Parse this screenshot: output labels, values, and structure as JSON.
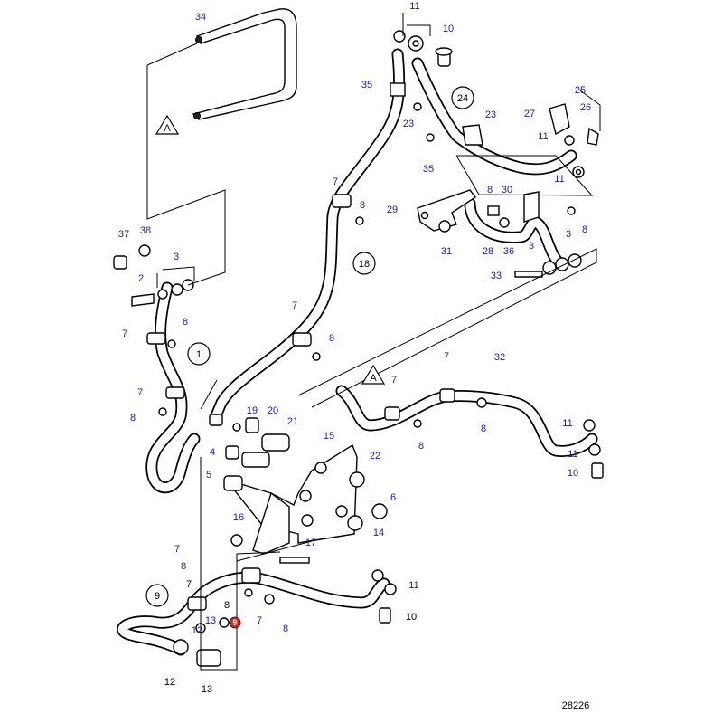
{
  "figure_number": "28226",
  "warning_symbol_text": "A",
  "highlighted_label": "9",
  "circled_labels": [
    {
      "id": "c24",
      "text": "24"
    },
    {
      "id": "c18",
      "text": "18"
    },
    {
      "id": "c1",
      "text": "1"
    },
    {
      "id": "c9",
      "text": "9"
    }
  ],
  "labels": [
    {
      "id": "l34",
      "text": "34"
    },
    {
      "id": "l11a",
      "text": "11"
    },
    {
      "id": "l10a",
      "text": "10"
    },
    {
      "id": "l35a",
      "text": "35"
    },
    {
      "id": "l23a",
      "text": "23"
    },
    {
      "id": "l23b",
      "text": "23"
    },
    {
      "id": "l27",
      "text": "27"
    },
    {
      "id": "l25",
      "text": "25"
    },
    {
      "id": "l26",
      "text": "26"
    },
    {
      "id": "l11b",
      "text": "11"
    },
    {
      "id": "l35b",
      "text": "35"
    },
    {
      "id": "l11c",
      "text": "11"
    },
    {
      "id": "l7a",
      "text": "7"
    },
    {
      "id": "l8a",
      "text": "8"
    },
    {
      "id": "l8b",
      "text": "8"
    },
    {
      "id": "l30",
      "text": "30"
    },
    {
      "id": "l29",
      "text": "29"
    },
    {
      "id": "l8c",
      "text": "8"
    },
    {
      "id": "l37",
      "text": "37"
    },
    {
      "id": "l38",
      "text": "38"
    },
    {
      "id": "l3a",
      "text": "3"
    },
    {
      "id": "l31",
      "text": "31"
    },
    {
      "id": "l28",
      "text": "28"
    },
    {
      "id": "l36",
      "text": "36"
    },
    {
      "id": "l3b",
      "text": "3"
    },
    {
      "id": "l3c",
      "text": "3"
    },
    {
      "id": "l2",
      "text": "2"
    },
    {
      "id": "l33",
      "text": "33"
    },
    {
      "id": "l7b",
      "text": "7"
    },
    {
      "id": "l8d",
      "text": "8"
    },
    {
      "id": "l7c",
      "text": "7"
    },
    {
      "id": "l8e",
      "text": "8"
    },
    {
      "id": "l7d",
      "text": "7"
    },
    {
      "id": "l7e",
      "text": "7"
    },
    {
      "id": "l7f",
      "text": "7"
    },
    {
      "id": "l32",
      "text": "32"
    },
    {
      "id": "l8f",
      "text": "8"
    },
    {
      "id": "l19",
      "text": "19"
    },
    {
      "id": "l20",
      "text": "20"
    },
    {
      "id": "l21",
      "text": "21"
    },
    {
      "id": "l8g",
      "text": "8"
    },
    {
      "id": "l8h",
      "text": "8"
    },
    {
      "id": "l11d",
      "text": "11"
    },
    {
      "id": "l15",
      "text": "15"
    },
    {
      "id": "l4",
      "text": "4"
    },
    {
      "id": "l22",
      "text": "22"
    },
    {
      "id": "l11e",
      "text": "11"
    },
    {
      "id": "l5",
      "text": "5"
    },
    {
      "id": "l10b",
      "text": "10"
    },
    {
      "id": "l6",
      "text": "6"
    },
    {
      "id": "l16",
      "text": "16"
    },
    {
      "id": "l14",
      "text": "14"
    },
    {
      "id": "l17",
      "text": "17"
    },
    {
      "id": "l7g",
      "text": "7"
    },
    {
      "id": "l8i",
      "text": "8"
    },
    {
      "id": "l11f",
      "text": "11"
    },
    {
      "id": "l7h",
      "text": "7"
    },
    {
      "id": "l8j",
      "text": "8"
    },
    {
      "id": "l13a",
      "text": "13"
    },
    {
      "id": "l7i",
      "text": "7"
    },
    {
      "id": "l12a",
      "text": "12"
    },
    {
      "id": "l8k",
      "text": "8"
    },
    {
      "id": "l10c",
      "text": "10"
    },
    {
      "id": "l12b",
      "text": "12"
    },
    {
      "id": "l13b",
      "text": "13"
    }
  ]
}
